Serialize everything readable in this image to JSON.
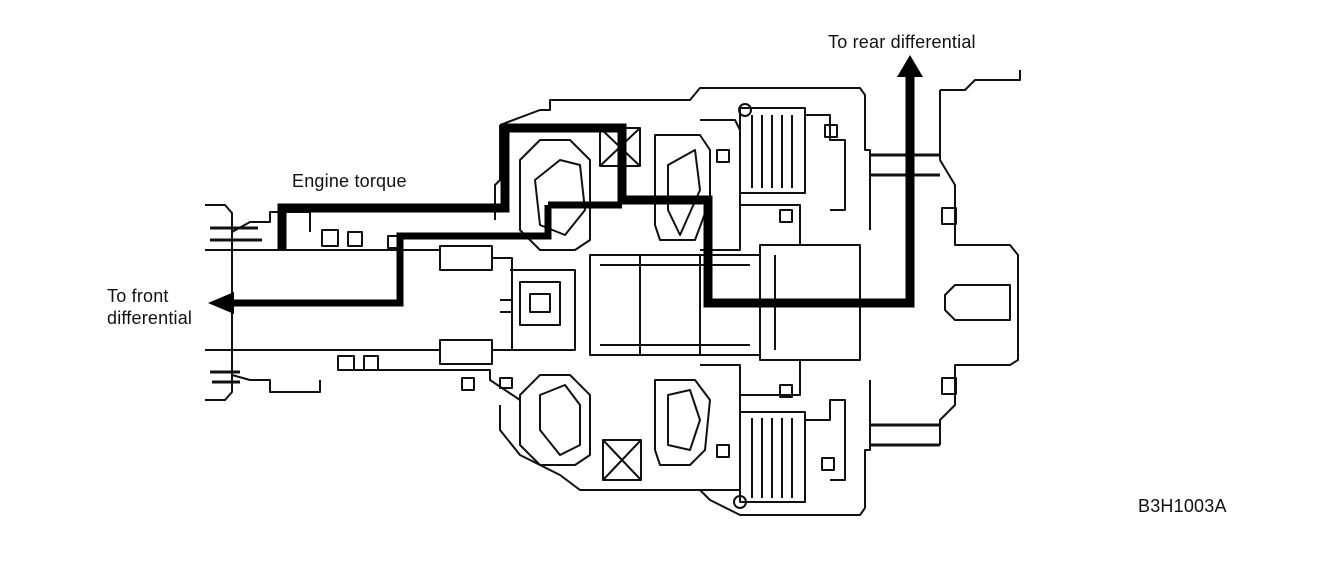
{
  "labels": {
    "engine_torque": "Engine torque",
    "to_rear": "To rear differential",
    "to_front_line1": "To front",
    "to_front_line2": "differential",
    "figure_code": "B3H1003A"
  },
  "colors": {
    "line": "#111111",
    "background": "#ffffff"
  }
}
